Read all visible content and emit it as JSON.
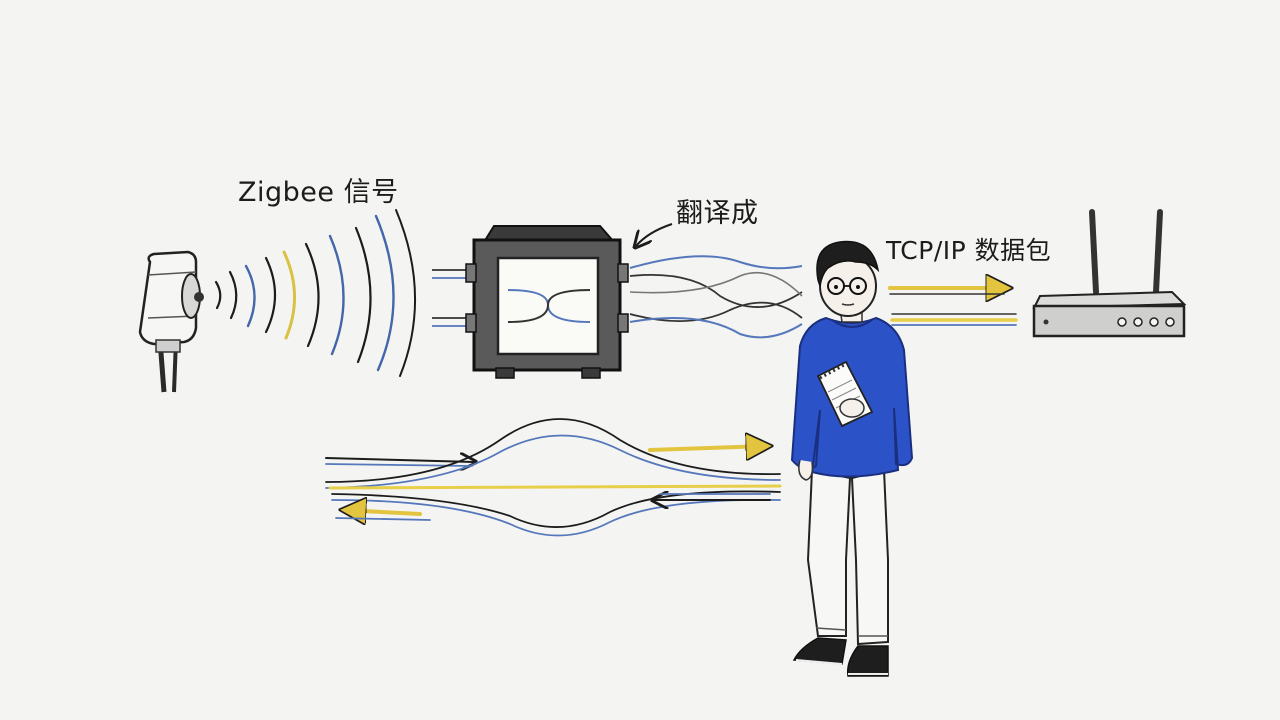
{
  "labels": {
    "zigbee_signal": "Zigbee 信号",
    "translate": "翻译成",
    "tcpip_packet": "TCP/IP 数据包"
  },
  "icons": {
    "sensor": "zigbee-sensor-icon",
    "gateway": "gateway-box-icon",
    "router": "router-icon",
    "person": "person-figure"
  },
  "colors": {
    "ink": "#1c1c1c",
    "blue": "#5577bb",
    "yellow": "#e8cf4a",
    "sweater": "#2c52c7"
  }
}
